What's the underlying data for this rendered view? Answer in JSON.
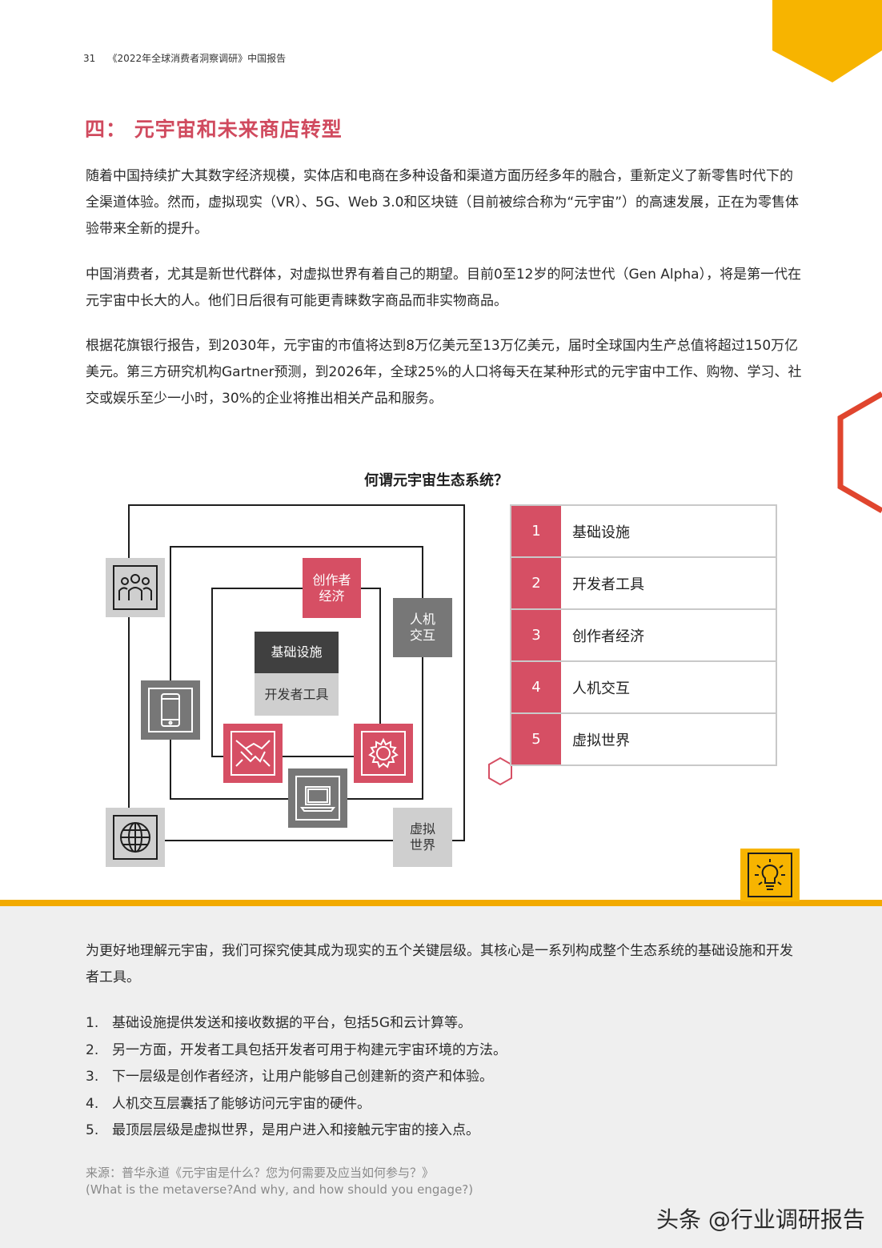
{
  "header": {
    "page_number": "31",
    "report_title": "《2022年全球消费者洞察调研》中国报告"
  },
  "section_title": "四： 元宇宙和未来商店转型",
  "paragraphs": [
    "随着中国持续扩大其数字经济规模，实体店和电商在多种设备和渠道方面历经多年的融合，重新定义了新零售时代下的全渠道体验。然而，虚拟现实（VR）、5G、Web 3.0和区块链（目前被综合称为“元宇宙”）的高速发展，正在为零售体验带来全新的提升。",
    "中国消费者，尤其是新世代群体，对虚拟世界有着自己的期望。目前0至12岁的阿法世代（Gen Alpha），将是第一代在元宇宙中长大的人。他们日后很有可能更青睐数字商品而非实物商品。",
    "根据花旗银行报告，到2030年，元宇宙的市值将达到8万亿美元至13万亿美元，届时全球国内生产总值将超过150万亿美元。第三方研究机构Gartner预测，到2026年，全球25%的人口将每天在某种形式的元宇宙中工作、购物、学习、社交或娱乐至少一小时，30%的企业将推出相关产品和服务。"
  ],
  "diagram": {
    "title": "何谓元宇宙生态系统？",
    "tiles": {
      "infrastructure": "基础设施",
      "developer_tools": "开发者工具",
      "creator_economy": "创作者经济",
      "human_interface": "人机交互",
      "virtual_world": "虚拟世界"
    },
    "icons": [
      "people-icon",
      "smartphone-icon",
      "handshake-icon",
      "gear-icon",
      "laptop-icon",
      "globe-icon"
    ]
  },
  "layers": [
    {
      "num": "1",
      "label": "基础设施"
    },
    {
      "num": "2",
      "label": "开发者工具"
    },
    {
      "num": "3",
      "label": "创作者经济"
    },
    {
      "num": "4",
      "label": "人机交互"
    },
    {
      "num": "5",
      "label": "虚拟世界"
    }
  ],
  "intro": "为更好地理解元宇宙，我们可探究使其成为现实的五个关键层级。其核心是一系列构成整个生态系统的基础设施和开发者工具。",
  "list": [
    {
      "num": "1.",
      "text": "基础设施提供发送和接收数据的平台，包括5G和云计算等。"
    },
    {
      "num": "2.",
      "text": "另一方面，开发者工具包括开发者可用于构建元宇宙环境的方法。"
    },
    {
      "num": "3.",
      "text": "下一层级是创作者经济，让用户能够自己创建新的资产和体验。"
    },
    {
      "num": "4.",
      "text": "人机交互层囊括了能够访问元宇宙的硬件。"
    },
    {
      "num": "5.",
      "text": "最顶层层级是虚拟世界，是用户进入和接触元宇宙的接入点。"
    }
  ],
  "source": {
    "line1": "来源：普华永道《元宇宙是什么？您为何需要及应当如何参与？》",
    "line2": "(What is the metaverse?And why, and how should you engage?)"
  },
  "watermark": "头条 @行业调研报告",
  "colors": {
    "accent_red": "#d04a5e",
    "tile_pink": "#d64f64",
    "accent_yellow": "#f2aa00",
    "hex_red": "#e0452e",
    "hex_orange": "#f0a020"
  }
}
